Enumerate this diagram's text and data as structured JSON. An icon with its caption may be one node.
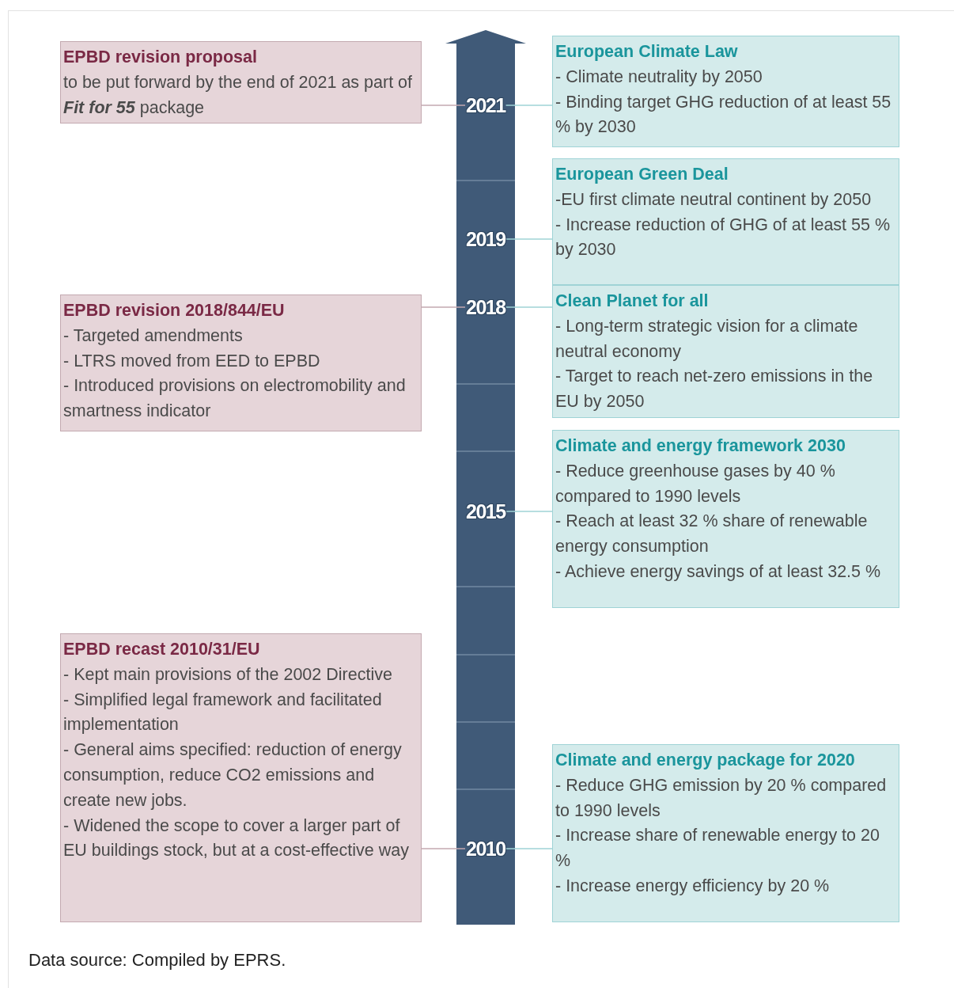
{
  "diagram": {
    "caption": "Data source: Compiled by EPRS.",
    "nodes": [
      {
        "text": [
          "EPBD revision proposal",
          "to be put forward by the end of 2021 as part of **Fit for 55** package"
        ]
      },
      {
        "text": [
          "European Climate Law",
          "-  Climate neutrality by 2050",
          "- Binding target GHG reduction of at least 55 % by 2030"
        ]
      },
      {
        "text": [
          "2021"
        ]
      },
      {
        "text": [
          "European Green Deal",
          "-EU first climate neutral continent by 2050",
          "- Increase reduction of GHG of at least 55 % by 2030"
        ]
      },
      {
        "text": [
          "2019"
        ]
      },
      {
        "text": [
          "EPBD revision 2018/844/EU",
          "- Targeted amendments",
          "- LTRS moved from EED to EPBD",
          "- Introduced provisions on electromobility and smartness indicator"
        ]
      },
      {
        "text": [
          "Clean Planet for all",
          "- Long-term strategic vision for a climate neutral economy",
          "- Target to reach net-zero emissions in the EU by 2050"
        ]
      },
      {
        "text": [
          "2018"
        ]
      },
      {
        "text": [
          "Climate and energy framework 2030",
          "- Reduce greenhouse gases by 40 % compared to 1990 levels",
          "- Reach at least 32 % share of renewable energy consumption",
          "- Achieve energy savings of at least 32.5 %"
        ]
      },
      {
        "text": [
          "2015"
        ]
      },
      {
        "text": [
          "EPBD recast 2010/31/EU",
          "- Kept main provisions of the 2002 Directive",
          "- Simplified legal framework and facilitated implementation",
          "- General aims specified: reduction of energy consumption, reduce CO2 emissions and create new jobs.",
          "- Widened the scope to cover a larger part of EU buildings stock, but at a cost-effective way"
        ]
      },
      {
        "text": [
          "Climate and energy package for 2020",
          "- Reduce GHG emission by 20 % compared to 1990 levels",
          "- Increase share of renewable energy to 20 %",
          "- Increase energy efficiency by 20 %"
        ]
      },
      {
        "text": [
          "2010"
        ]
      }
    ],
    "edges": [
      {
        "from": 0,
        "to": 2,
        "arrow": "none",
        "color": "#c3a9b0"
      },
      {
        "from": 2,
        "to": 1,
        "arrow": "none"
      },
      {
        "from": 4,
        "to": 3,
        "arrow": "none"
      },
      {
        "from": 5,
        "to": 7,
        "arrow": "none",
        "color": "#c3a9b0"
      },
      {
        "from": 7,
        "to": 6,
        "arrow": "none"
      },
      {
        "from": 9,
        "to": 8,
        "arrow": "none"
      },
      {
        "from": 10,
        "to": 12,
        "arrow": "none",
        "color": "#c3a9b0"
      },
      {
        "from": 12,
        "to": 11,
        "arrow": "none"
      }
    ]
  }
}
